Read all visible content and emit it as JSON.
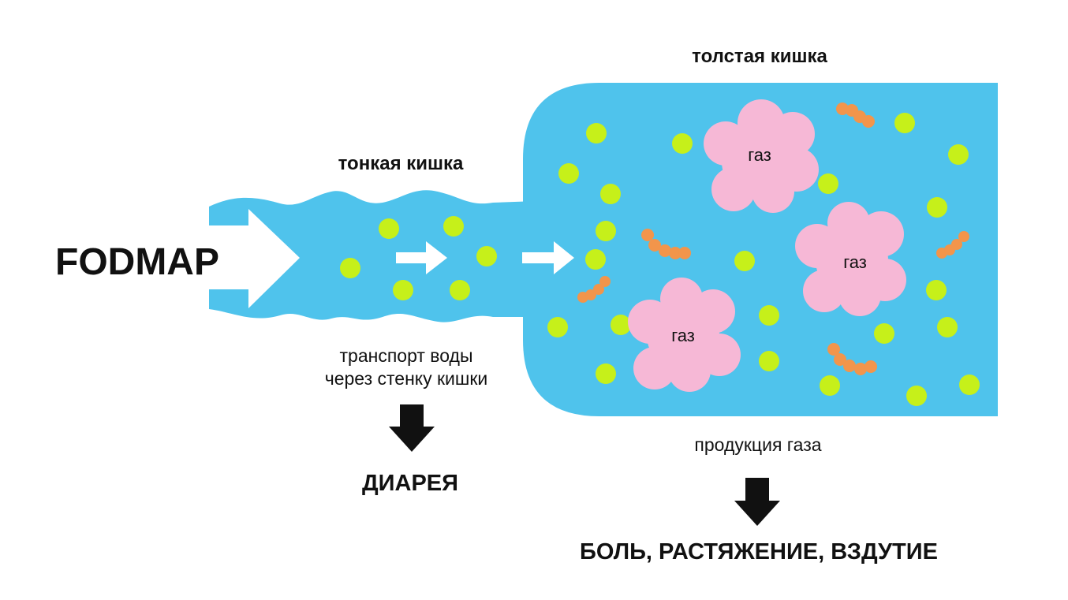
{
  "labels": {
    "fodmap": "FODMAP",
    "small_intestine": "тонкая кишка",
    "large_intestine": "толстая кишка",
    "water_transport_line1": "транспорт воды",
    "water_transport_line2": "через стенку кишки",
    "diarrhea": "ДИАРЕЯ",
    "gas_production": "продукция газа",
    "symptoms": "БОЛЬ, РАСТЯЖЕНИЕ, ВЗДУТИЕ",
    "gas": "газ"
  },
  "colors": {
    "intestine": "#4fc3ec",
    "molecule": "#c6f01a",
    "gas_cloud": "#f6b8d6",
    "bacteria": "#f2954b",
    "arrow_inner": "#ffffff",
    "arrow_down": "#111111",
    "text": "#111111"
  },
  "icons": {
    "flow_arrow": "white-right-arrow",
    "result_arrow": "black-down-arrow",
    "molecule": "green-circle",
    "bacteria": "orange-bead-chain",
    "gas": "pink-cloud"
  }
}
